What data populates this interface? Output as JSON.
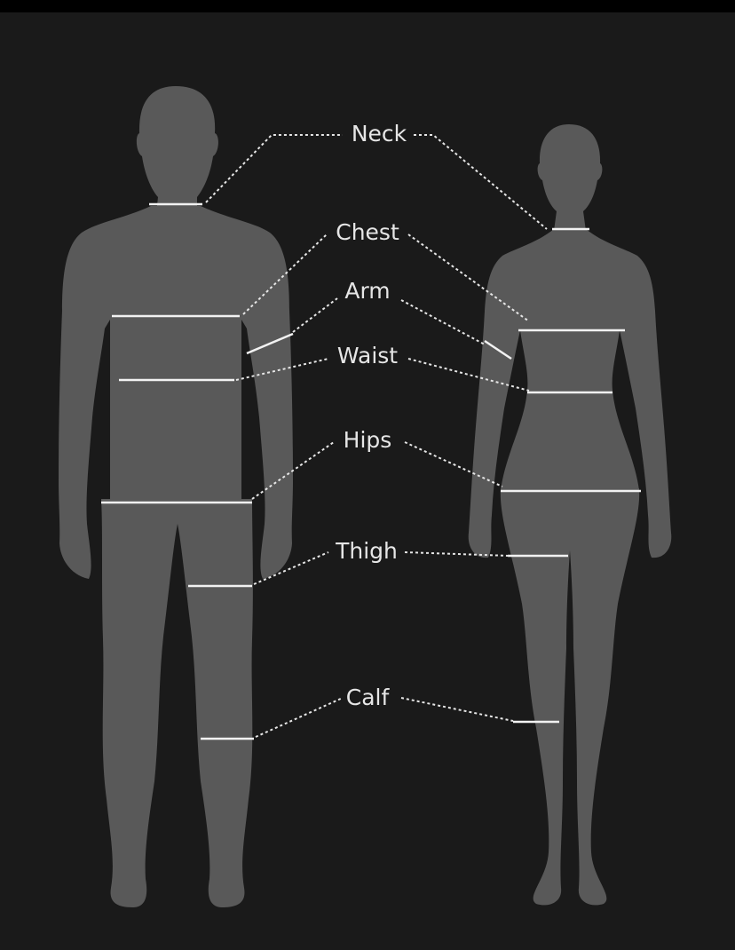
{
  "diagram": {
    "labels": {
      "neck": "Neck",
      "chest": "Chest",
      "arm": "Arm",
      "waist": "Waist",
      "hips": "Hips",
      "thigh": "Thigh",
      "calf": "Calf"
    },
    "colors": {
      "background": "#1a1a1a",
      "silhouette": "#595959",
      "line": "#f2f2f2",
      "text": "#e6e6e6"
    }
  }
}
